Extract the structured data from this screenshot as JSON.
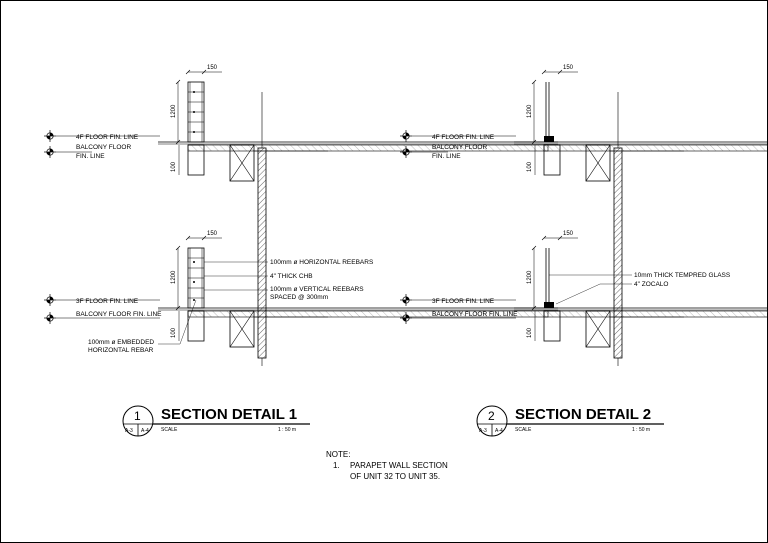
{
  "detail1": {
    "number": "1",
    "title": "SECTION DETAIL 1",
    "ref_left": "A-3",
    "ref_right": "A-4",
    "scale_label": "SCALE",
    "scale_value": "1 : 50  m",
    "upper": {
      "dim_width": "150",
      "dim_height": "1200",
      "dim_slab": "100",
      "level_top": "4F FLOOR FIN. LINE",
      "level_bottom_1": "BALCONY FLOOR",
      "level_bottom_2": "FIN. LINE"
    },
    "lower": {
      "dim_width": "150",
      "dim_height": "1200",
      "dim_slab": "100",
      "level_top": "3F FLOOR FIN. LINE",
      "level_bottom": "BALCONY FLOOR FIN. LINE"
    },
    "callouts": {
      "horizontal_rebars": "100mm ø HORIZONTAL REEBARS",
      "chb": "4\" THICK CHB",
      "vertical_rebars_1": "100mm ø VERTICAL REEBARS",
      "vertical_rebars_2": "SPACED @ 300mm",
      "embedded_1": "100mm ø EMBEDDED",
      "embedded_2": "HORIZONTAL REBAR"
    }
  },
  "detail2": {
    "number": "2",
    "title": "SECTION DETAIL 2",
    "ref_left": "A-3",
    "ref_right": "A-4",
    "scale_label": "SCALE",
    "scale_value": "1 : 50  m",
    "upper": {
      "dim_width": "150",
      "dim_height": "1200",
      "dim_slab": "100",
      "level_top": "4F FLOOR FIN. LINE",
      "level_bottom_1": "BALCONY FLOOR",
      "level_bottom_2": "FIN. LINE"
    },
    "lower": {
      "dim_width": "150",
      "dim_height": "1200",
      "dim_slab": "100",
      "level_top": "3F FLOOR FIN. LINE",
      "level_bottom": "BALCONY FLOOR FIN. LINE"
    },
    "callouts": {
      "glass": "10mm THICK TEMPRED GLASS",
      "zocalo": "4\" ZOCALO"
    }
  },
  "note": {
    "heading": "NOTE:",
    "item_number": "1.",
    "item_line_1": "PARAPET WALL SECTION",
    "item_line_2": "OF UNIT 32 TO UNIT 35."
  }
}
